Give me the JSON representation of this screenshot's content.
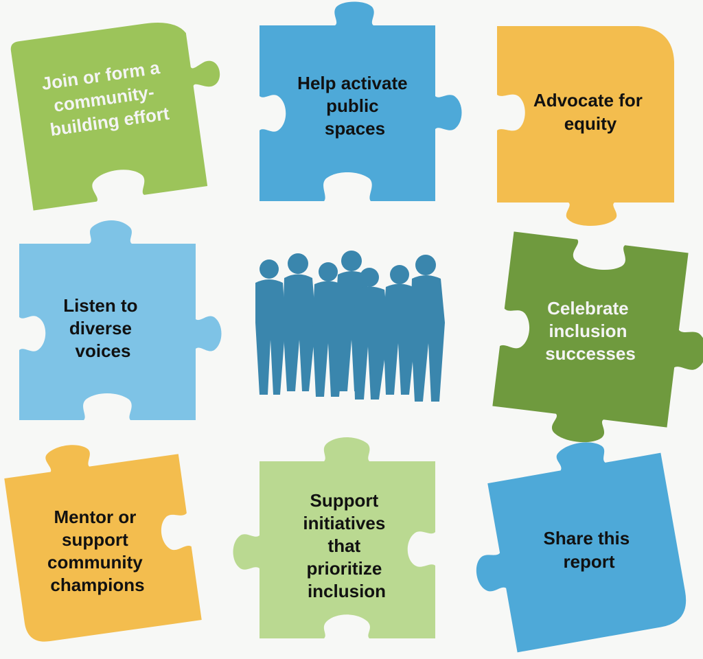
{
  "colors": {
    "background": "#f7f8f6",
    "green_light": "#9cc45a",
    "green_dark": "#6f9a3e",
    "green_pale": "#bad991",
    "blue": "#4ea9d8",
    "blue_light": "#7ec3e6",
    "yellow": "#f3bd4e",
    "silhouette": "#3a86ad",
    "text_dark": "#111111",
    "text_light": "#f4f4f4"
  },
  "pieces": [
    {
      "id": "join",
      "lines": [
        "Join or form a",
        "community-",
        "building effort"
      ]
    },
    {
      "id": "activate",
      "lines": [
        "Help activate",
        "public",
        "spaces"
      ]
    },
    {
      "id": "advocate",
      "lines": [
        "Advocate for",
        "equity"
      ]
    },
    {
      "id": "listen",
      "lines": [
        "Listen to",
        "diverse",
        "voices"
      ]
    },
    {
      "id": "celebrate",
      "lines": [
        "Celebrate",
        "inclusion",
        "successes"
      ]
    },
    {
      "id": "mentor",
      "lines": [
        "Mentor or",
        "support",
        "community",
        "champions"
      ]
    },
    {
      "id": "support",
      "lines": [
        "Support",
        "initiatives",
        "that",
        "prioritize",
        "inclusion"
      ]
    },
    {
      "id": "share",
      "lines": [
        "Share this",
        "report"
      ]
    }
  ],
  "center": {
    "icon": "people-group-silhouette-icon"
  }
}
